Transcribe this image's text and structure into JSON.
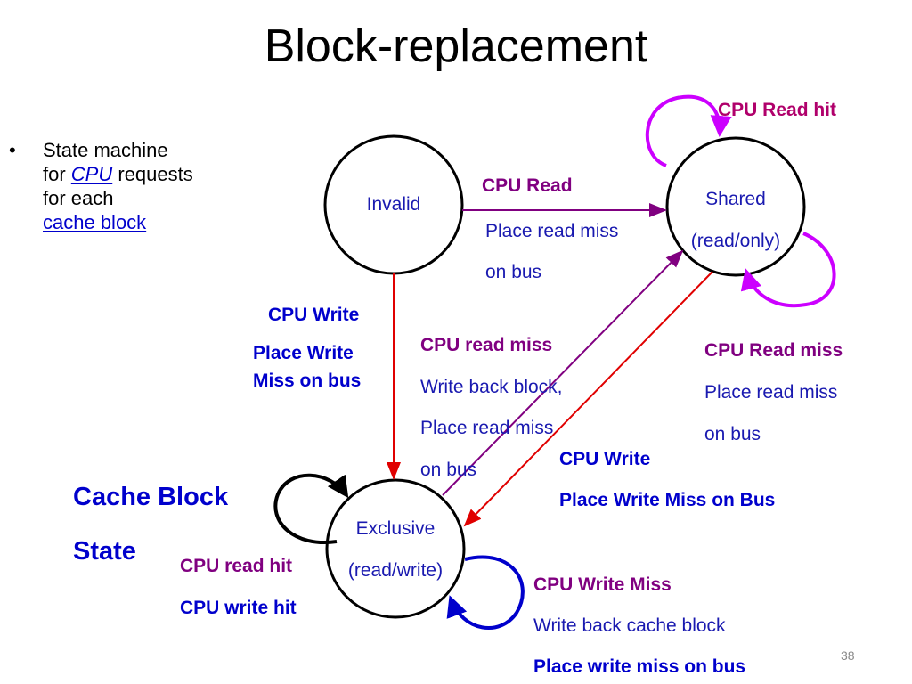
{
  "title": "Block-replacement",
  "bullet": {
    "line1": "State machine",
    "for_prefix": "for ",
    "cpu_link": "CPU",
    "requests_suffix": " requests",
    "line3": "for each",
    "cache_block_link": "cache block"
  },
  "states": {
    "invalid": "Invalid",
    "shared_line1": "Shared",
    "shared_line2": "(read/only)",
    "exclusive_line1": "Exclusive",
    "exclusive_line2": "(read/write)"
  },
  "transitions": {
    "shared_self": "CPU Read hit",
    "invalid_to_shared_event": "CPU Read",
    "invalid_to_shared_action1": "Place read miss",
    "invalid_to_shared_action2": "on bus",
    "invalid_to_exclusive_event": "CPU Write",
    "invalid_to_exclusive_action1": "Place Write",
    "invalid_to_exclusive_action2": "Miss on bus",
    "exclusive_to_shared_event": "CPU read miss",
    "exclusive_to_shared_action1": "Write back block,",
    "exclusive_to_shared_action2": "Place read miss",
    "exclusive_to_shared_action3": "on bus",
    "shared_miss_event": "CPU Read miss",
    "shared_miss_action1": "Place read miss",
    "shared_miss_action2": "on bus",
    "shared_to_exclusive_event": "CPU Write",
    "shared_to_exclusive_action": "Place Write Miss on Bus",
    "exclusive_hit1": "CPU read hit",
    "exclusive_hit2": "CPU write hit",
    "exclusive_wm_event": "CPU Write Miss",
    "exclusive_wm_action1": "Write back cache block",
    "exclusive_wm_action2": "Place write miss on bus"
  },
  "cache_block_state": {
    "line1": "Cache Block",
    "line2": "State"
  },
  "page_number": "38",
  "colors": {
    "purple": "#800080",
    "blue": "#0000cc",
    "red": "#e00000",
    "magenta": "#cc00ff"
  }
}
